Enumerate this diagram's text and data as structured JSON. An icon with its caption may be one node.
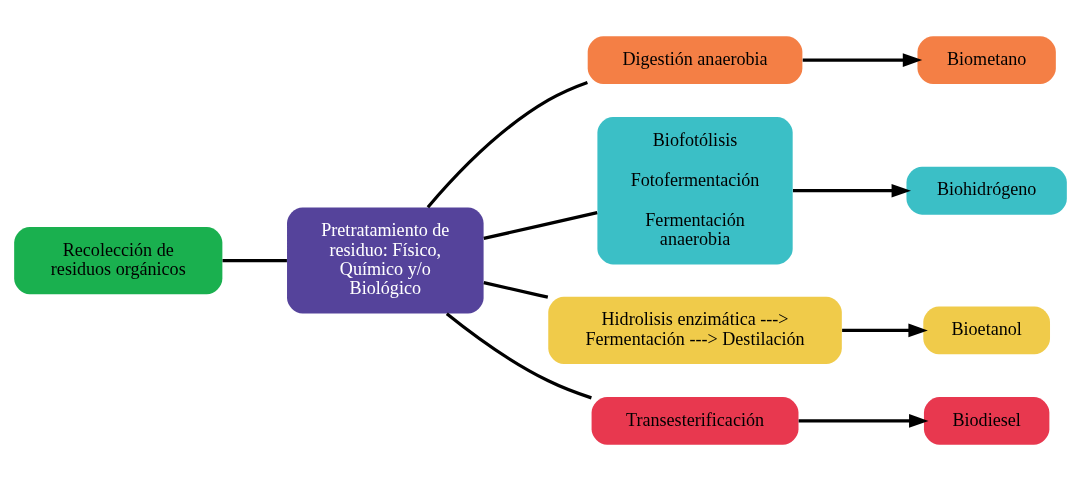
{
  "diagram": {
    "nodes": [
      {
        "text": [
          "Recolección de residuos orgánicos"
        ]
      },
      {
        "text": [
          "Pretratamiento de residuo: Físico, Químico y/o Biológico"
        ]
      },
      {
        "text": [
          "Digestión anaerobia"
        ]
      },
      {
        "text": [
          "Biometano"
        ]
      },
      {
        "text": [
          "Biofotólisis",
          "Fotofermentación",
          "Fermentación anaerobia"
        ]
      },
      {
        "text": [
          "Biohidrógeno"
        ]
      },
      {
        "text": [
          "Hidrolisis enzimática ---> Fermentación ---> Destilación"
        ]
      },
      {
        "text": [
          "Bioetanol"
        ]
      },
      {
        "text": [
          "Transesterificación"
        ]
      },
      {
        "text": [
          "Biodiesel"
        ]
      }
    ],
    "edges": [
      {
        "from": 0,
        "to": 1,
        "arrow": "none"
      },
      {
        "from": 1,
        "to": 2,
        "arrow": "none"
      },
      {
        "from": 1,
        "to": 4,
        "arrow": "none"
      },
      {
        "from": 1,
        "to": 6,
        "arrow": "none"
      },
      {
        "from": 1,
        "to": 8,
        "arrow": "none"
      },
      {
        "from": 2,
        "to": 3,
        "arrow": "to"
      },
      {
        "from": 4,
        "to": 5,
        "arrow": "to"
      },
      {
        "from": 6,
        "to": 7,
        "arrow": "to"
      },
      {
        "from": 8,
        "to": 9,
        "arrow": "to"
      }
    ]
  }
}
